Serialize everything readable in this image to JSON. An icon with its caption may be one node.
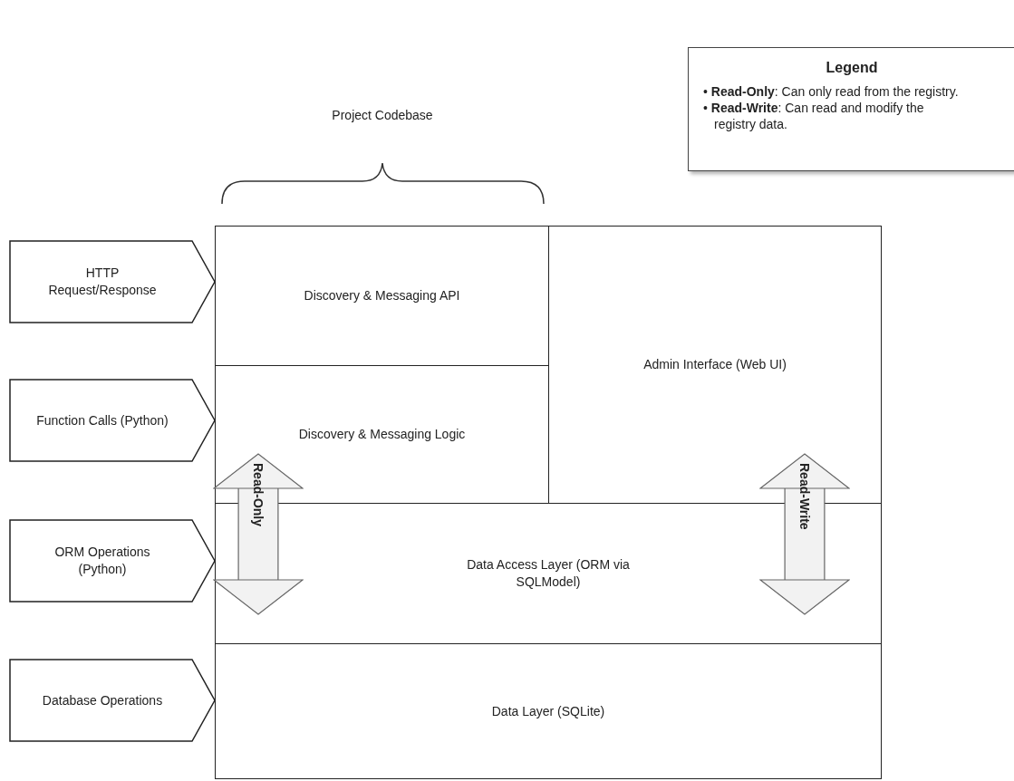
{
  "diagram": {
    "nodes": [
      {
        "text": [
          "HTTP Request/Response"
        ]
      },
      {
        "text": [
          "Function Calls (Python)"
        ]
      },
      {
        "text": [
          "ORM Operations (Python)"
        ]
      },
      {
        "text": [
          "Database Operations"
        ]
      },
      {
        "text": [
          "Discovery & Messaging API"
        ]
      },
      {
        "text": [
          "Admin Interface (Web UI)"
        ]
      },
      {
        "text": [
          "Discovery & Messaging Logic"
        ]
      },
      {
        "text": [
          "Data Access Layer (ORM via SQLModel)"
        ]
      },
      {
        "text": [
          "Data Layer (SQLite)"
        ]
      },
      {
        "text": [
          "Legend",
          "• **Read-Only**: Can only read from the registry.",
          "• **Read-Write**: Can read and modify the registry data."
        ]
      }
    ],
    "edges": [
      {
        "from": 6,
        "to": 7,
        "arrow": "both",
        "label": "Read-Only"
      },
      {
        "from": 5,
        "to": 7,
        "arrow": "both",
        "label": "Read-Write"
      }
    ],
    "labels": [
      "Project Codebase"
    ]
  }
}
